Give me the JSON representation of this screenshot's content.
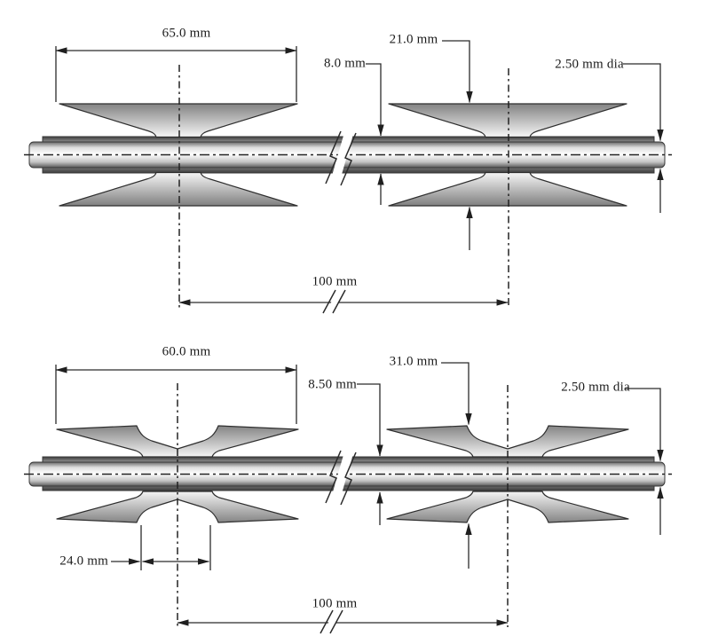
{
  "drawing": {
    "type": "razor-barbed-tape-profile-drawing",
    "units": "mm"
  },
  "profiles": [
    {
      "id": "profile-1",
      "dimensions": {
        "blade_span": "65.0 mm",
        "tape_width": "8.0 mm",
        "barb_height": "21.0 mm",
        "core_wire": "2.50 mm dia",
        "barb_spacing": "100 mm"
      }
    },
    {
      "id": "profile-2",
      "dimensions": {
        "blade_span": "60.0 mm",
        "tape_width": "8.50 mm",
        "barb_height": "31.0 mm",
        "core_wire": "2.50 mm dia",
        "barb_root_span": "24.0 mm",
        "barb_spacing": "100 mm"
      }
    }
  ],
  "colors": {
    "background": "#ffffff",
    "line": "#2b2b2b",
    "text": "#1b1b1b",
    "metal_dark": "#3d3d3d",
    "metal_light": "#fafafa"
  }
}
